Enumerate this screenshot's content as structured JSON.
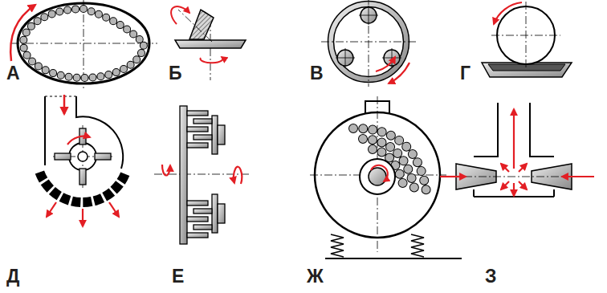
{
  "diagram": {
    "labels": [
      "А",
      "Б",
      "В",
      "Г",
      "Д",
      "Е",
      "Ж",
      "З"
    ]
  }
}
